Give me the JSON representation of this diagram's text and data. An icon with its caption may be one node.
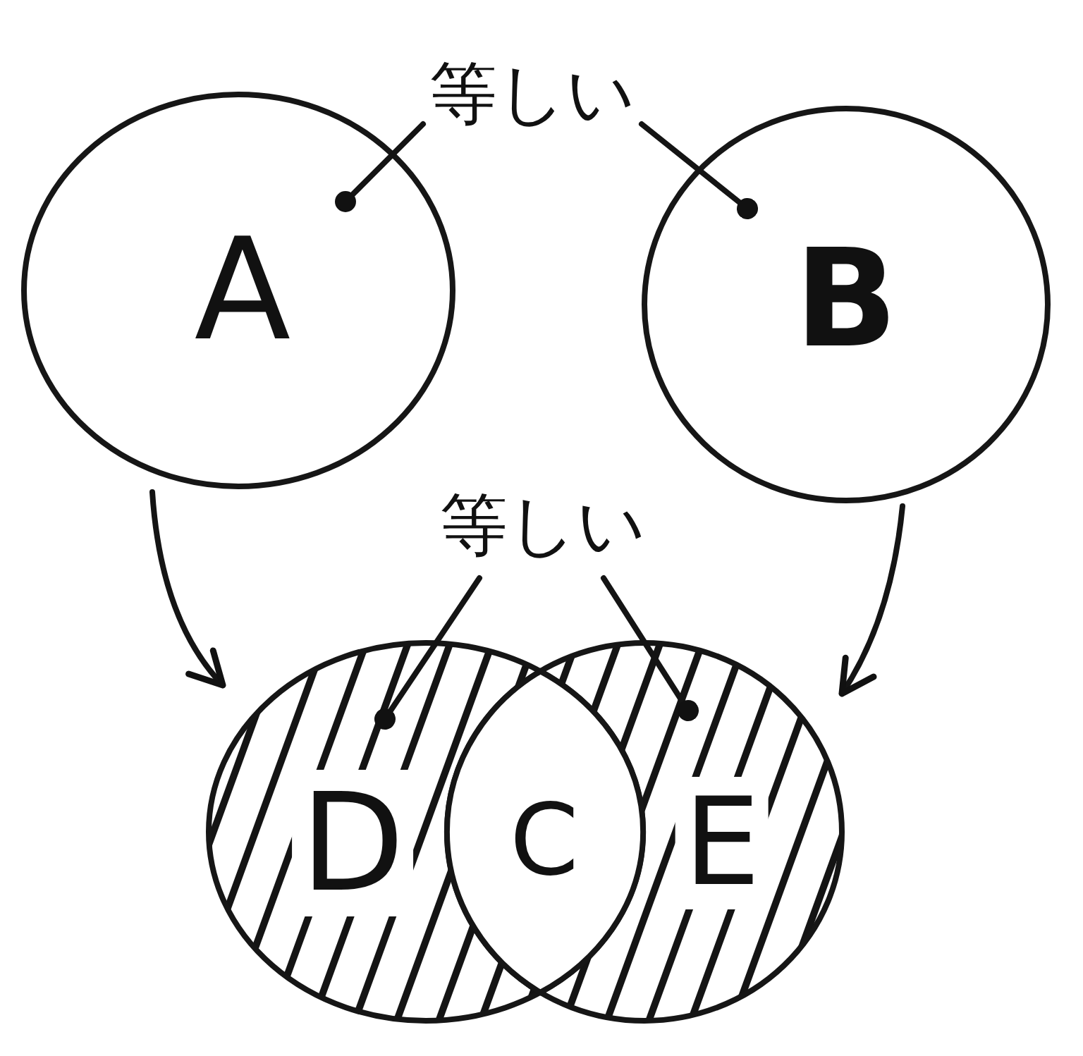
{
  "diagram": {
    "nodes": [
      {
        "text": [
          "等しい"
        ]
      },
      {
        "text": [
          "A"
        ]
      },
      {
        "text": [
          "B"
        ]
      },
      {
        "text": [
          "等しい"
        ]
      },
      {
        "text": [
          "D"
        ]
      },
      {
        "text": [
          "C"
        ]
      },
      {
        "text": [
          "E"
        ]
      }
    ],
    "edges": [
      {
        "from": 0,
        "to": 1,
        "arrow": "other"
      },
      {
        "from": 0,
        "to": 2,
        "arrow": "other"
      },
      {
        "from": 1,
        "to": 4,
        "arrow": "to"
      },
      {
        "from": 2,
        "to": 6,
        "arrow": "to"
      },
      {
        "from": 3,
        "to": 4,
        "arrow": "other"
      },
      {
        "from": 3,
        "to": 6,
        "arrow": "other"
      }
    ]
  }
}
